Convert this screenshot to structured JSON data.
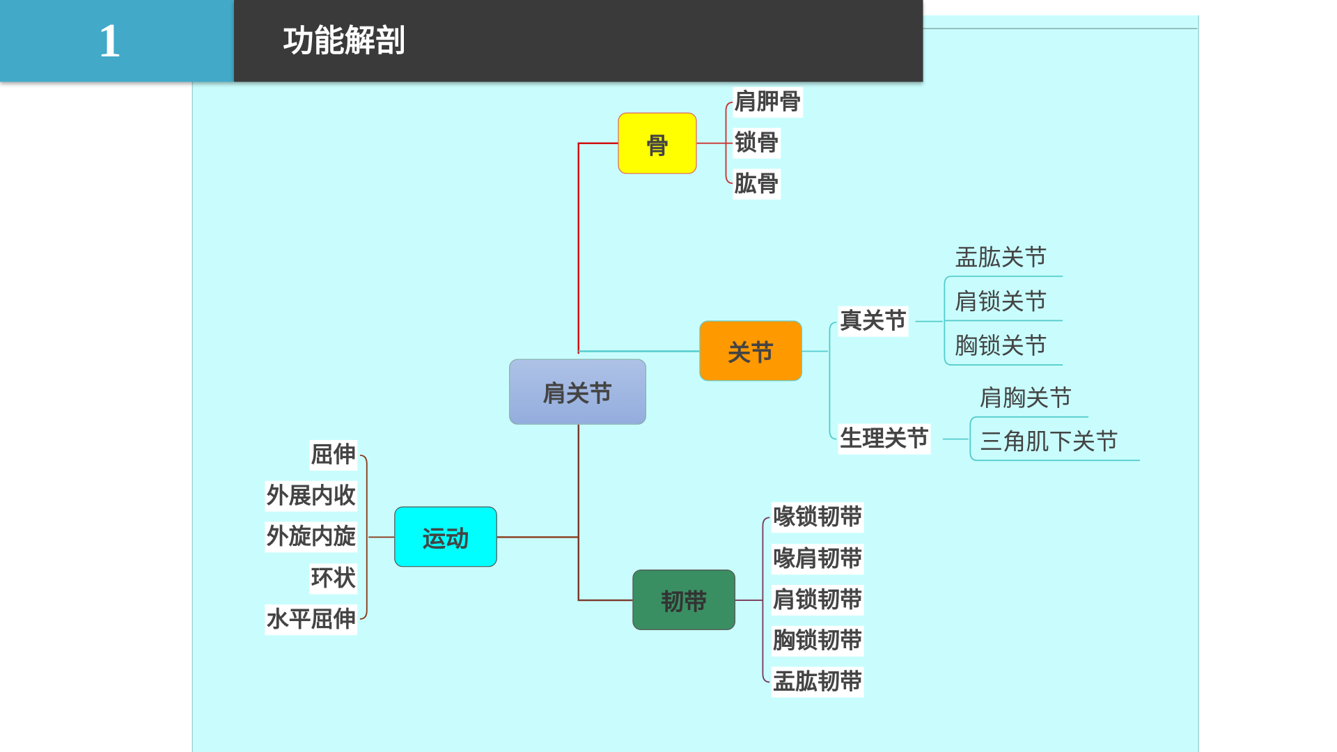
{
  "header": {
    "section_number": "1",
    "title": "功能解剖"
  },
  "mindmap": {
    "center": "肩关节",
    "bone": {
      "label": "骨",
      "children": [
        "肩胛骨",
        "锁骨",
        "肱骨"
      ],
      "color": "#ffff00"
    },
    "joint": {
      "label": "关节",
      "color": "#ff9900",
      "true_joint": {
        "label": "真关节",
        "children": [
          "盂肱关节",
          "肩锁关节",
          "胸锁关节"
        ]
      },
      "physio_joint": {
        "label": "生理关节",
        "children": [
          "肩胸关节",
          "三角肌下关节"
        ]
      }
    },
    "motion": {
      "label": "运动",
      "children": [
        "屈伸",
        "外展内收",
        "外旋内旋",
        "环状",
        "水平屈伸"
      ],
      "color": "#00ffff"
    },
    "ligament": {
      "label": "韧带",
      "children": [
        "喙锁韧带",
        "喙肩韧带",
        "肩锁韧带",
        "胸锁韧带",
        "盂肱韧带"
      ],
      "color": "#3a8f62"
    }
  }
}
